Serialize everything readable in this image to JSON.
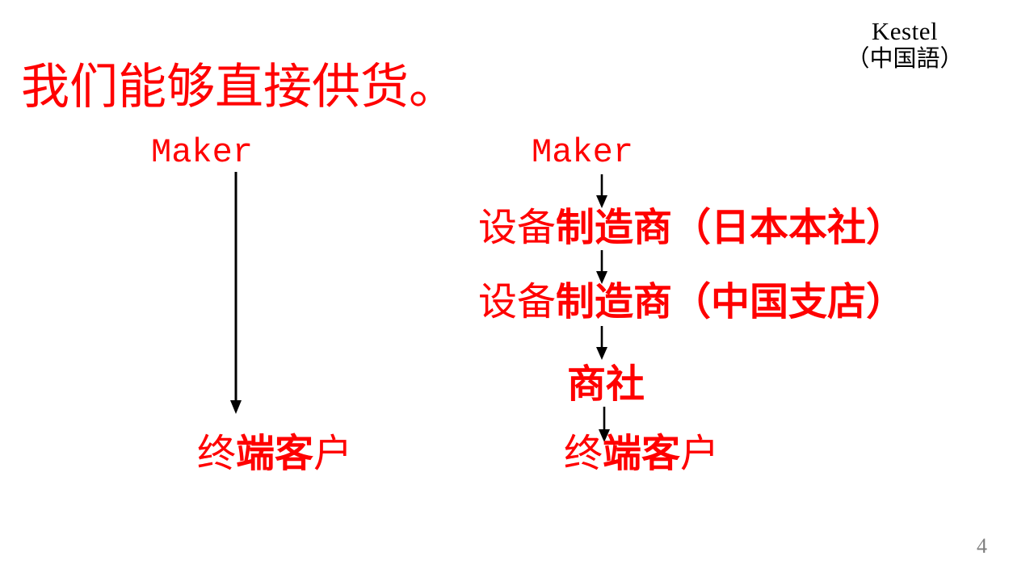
{
  "slide": {
    "page_number": "4",
    "background_color": "#ffffff",
    "accent_color": "#FF0000",
    "arrow_color": "#000000",
    "page_number_color": "#7f7f7f"
  },
  "header": {
    "company": "Kestel",
    "language": "（中国語）"
  },
  "title": {
    "text": "我们能够直接供货。"
  },
  "left_column": {
    "name": "direct-supply-flow",
    "nodes": [
      {
        "id": "maker",
        "label": "Maker",
        "style": "latin"
      },
      {
        "id": "end-user",
        "label_light_1": "终",
        "label_bold": "端客",
        "label_light_2": "户",
        "style": "mixed"
      }
    ],
    "arrows": [
      {
        "id": "maker-to-end-user",
        "from": "maker",
        "to": "end-user",
        "length": "long"
      }
    ]
  },
  "right_column": {
    "name": "conventional-distribution-flow",
    "nodes": [
      {
        "id": "maker",
        "label": "Maker",
        "style": "latin"
      },
      {
        "id": "manufacturer-japan-hq",
        "label_light_1": "设备",
        "label_bold": "制造商（日本本社）",
        "label_light_2": "",
        "style": "mixed"
      },
      {
        "id": "manufacturer-china-branch",
        "label_light_1": "设备",
        "label_bold": "制造商（中国支店）",
        "label_light_2": "",
        "style": "mixed"
      },
      {
        "id": "trading-company",
        "label_light_1": "",
        "label_bold": "商社",
        "label_light_2": "",
        "style": "bold"
      },
      {
        "id": "end-user",
        "label_light_1": "终",
        "label_bold": "端客",
        "label_light_2": "户",
        "style": "mixed"
      }
    ],
    "arrows": [
      {
        "id": "maker-to-manufacturer-japan-hq",
        "length": "short"
      },
      {
        "id": "manufacturer-japan-hq-to-china-branch",
        "length": "short"
      },
      {
        "id": "china-branch-to-trading-company",
        "length": "short"
      },
      {
        "id": "trading-company-to-end-user",
        "length": "short"
      }
    ]
  }
}
